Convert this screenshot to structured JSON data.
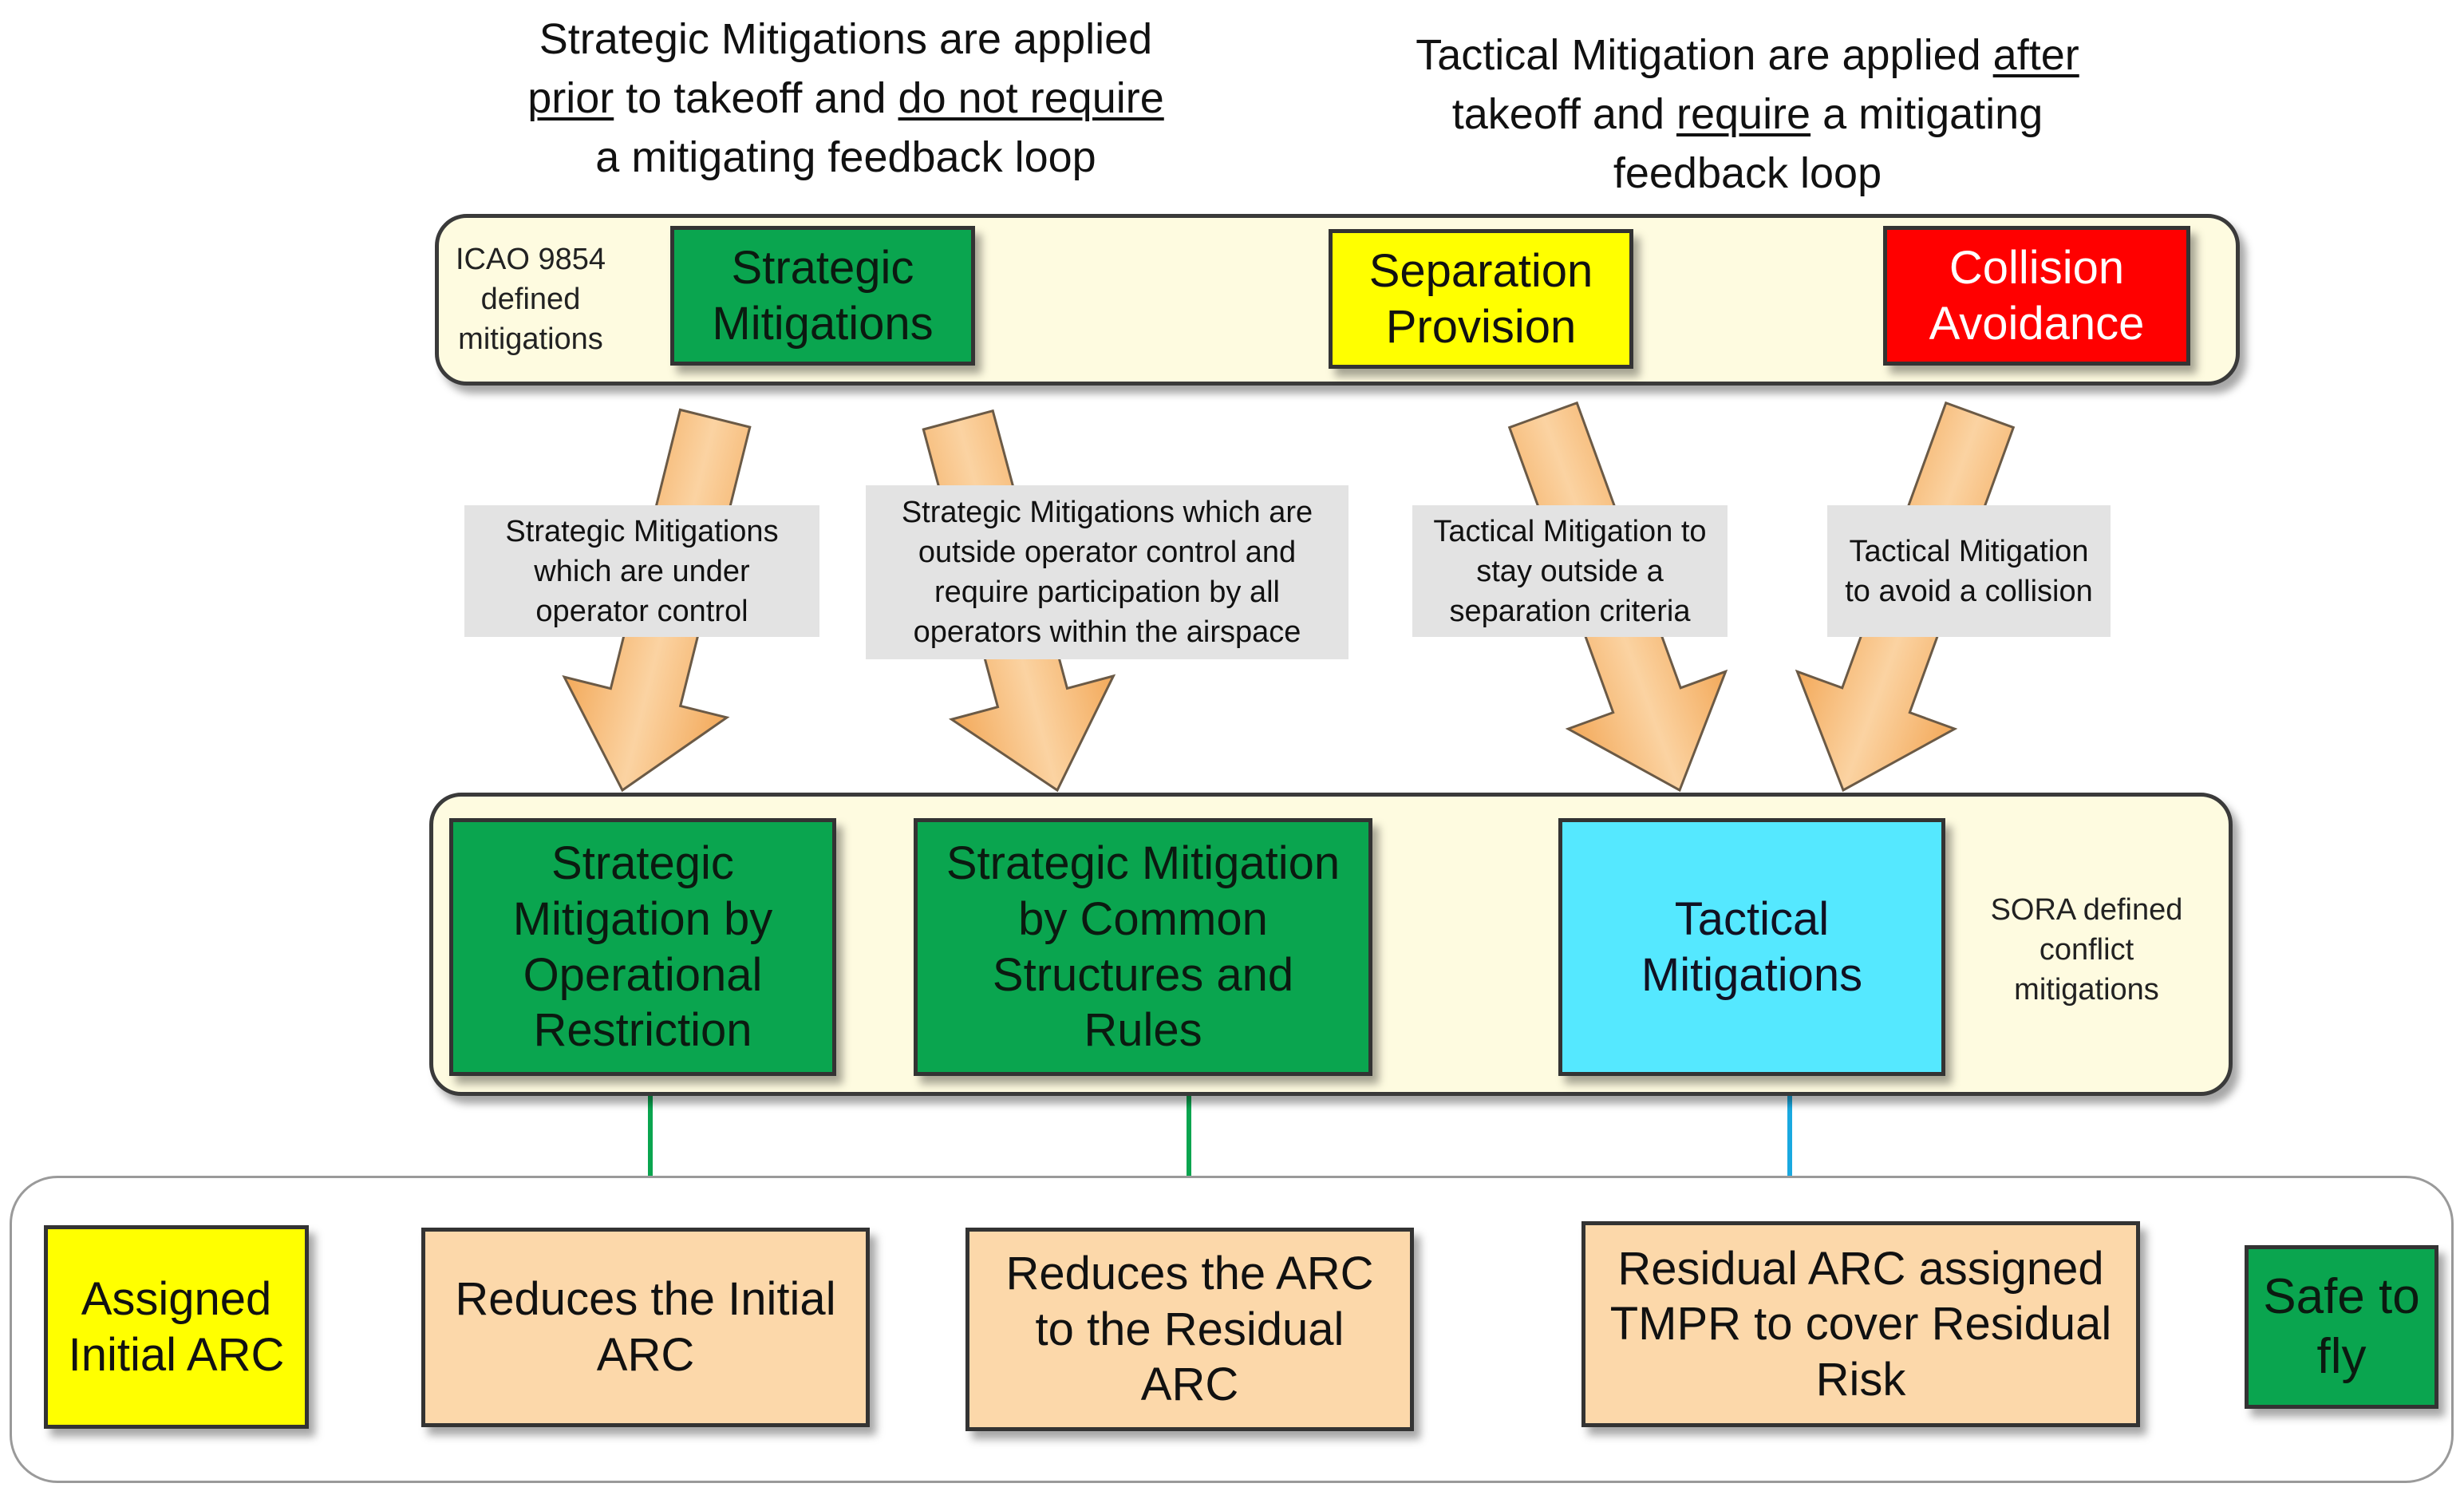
{
  "captions": {
    "strategic_line1": "Strategic Mitigations are applied",
    "strategic_prior": "prior",
    "strategic_line2_rest": " to takeoff and ",
    "strategic_do_not_require": "do not require",
    "strategic_line3": "a mitigating feedback loop",
    "tactical_line1_start": "Tactical Mitigation are applied ",
    "tactical_after": "after",
    "tactical_line2_start": "takeoff and ",
    "tactical_require": "require",
    "tactical_line2_rest": " a mitigating",
    "tactical_line3": "feedback loop"
  },
  "icao_panel": {
    "label": "ICAO 9854 defined mitigations",
    "boxes": {
      "strategic": "Strategic Mitigations",
      "separation": "Separation Provision",
      "collision": "Collision Avoidance"
    }
  },
  "callouts": {
    "under_control": "Strategic Mitigations which are under operator control",
    "outside_control": "Strategic Mitigations which are outside operator control and require participation by all operators within the airspace",
    "separation_criteria": "Tactical Mitigation to stay outside a separation criteria",
    "avoid_collision": "Tactical Mitigation to avoid a collision"
  },
  "sora_panel": {
    "label": "SORA defined conflict mitigations",
    "boxes": {
      "operational_restriction": "Strategic Mitigation by Operational Restriction",
      "common_structures": "Strategic Mitigation by Common Structures and Rules",
      "tactical": "Tactical Mitigations"
    }
  },
  "flow": {
    "assigned_initial_arc": "Assigned Initial ARC",
    "reduces_initial_arc": "Reduces the Initial ARC",
    "reduces_to_residual": "Reduces the ARC to the Residual ARC",
    "residual_tmpr": "Residual ARC assigned TMPR to cover Residual Risk",
    "safe_to_fly": "Safe to fly"
  },
  "colors": {
    "strategic_green": "#0aa54f",
    "separation_yellow": "#ffff00",
    "collision_red": "#ff0000",
    "tactical_cyan": "#55e8ff",
    "flow_peach": "#fcd8aa",
    "big_arrow_orange": "#f8c185",
    "chevron_gold": "#ffc000",
    "panel_cream": "#fefbe0",
    "link_green": "#0aa54f",
    "link_blue": "#1aa9e0"
  }
}
